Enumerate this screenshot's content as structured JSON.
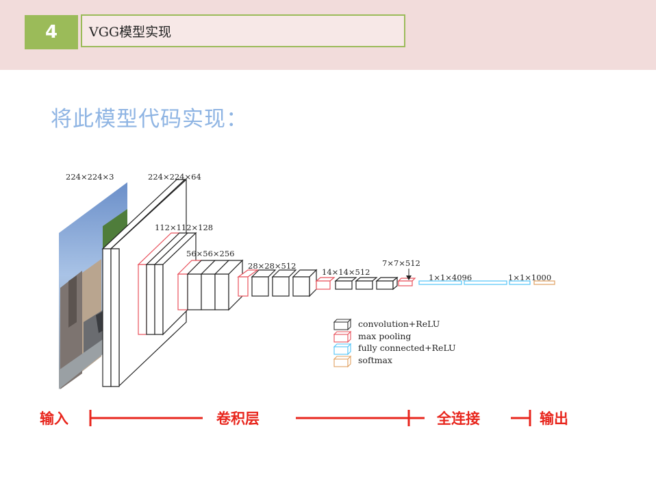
{
  "header": {
    "section_number": "4",
    "title": "VGG模型实现"
  },
  "subtitle": "将此模型代码实现：",
  "diagram": {
    "dims": {
      "input": "224×224×3",
      "conv1": "224×224×64",
      "conv2": "112×112×128",
      "conv3": "56×56×256",
      "conv4": "28×28×512",
      "conv5": "14×14×512",
      "pool5": "7×7×512",
      "fc": "1×1×4096",
      "softmax": "1×1×1000"
    },
    "legend": [
      {
        "label": "convolution+ReLU",
        "color": "#333333"
      },
      {
        "label": "max pooling",
        "color": "#e8505b"
      },
      {
        "label": "fully connected+ReLU",
        "color": "#4fc3f7"
      },
      {
        "label": "softmax",
        "color": "#e0a060"
      }
    ],
    "stages": {
      "input": "输入",
      "conv": "卷积层",
      "fc": "全连接",
      "output": "输出"
    }
  }
}
